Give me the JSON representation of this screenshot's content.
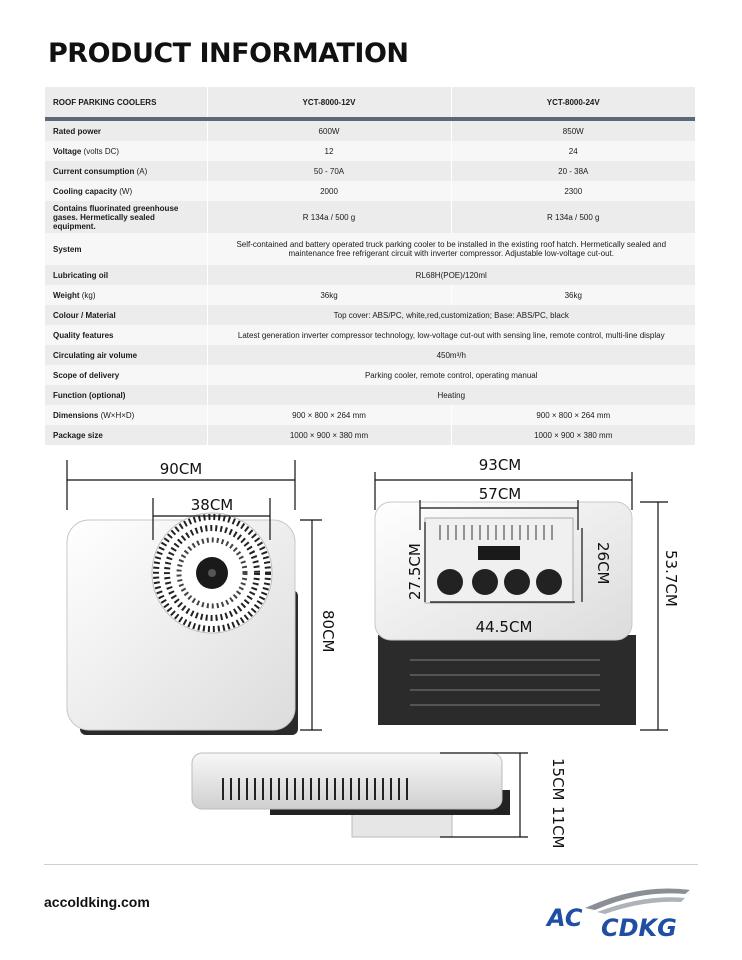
{
  "title": "PRODUCT INFORMATION",
  "table": {
    "header": [
      "ROOF PARKING COOLERS",
      "YCT-8000-12V",
      "YCT-8000-24V"
    ],
    "rows": [
      {
        "label": "Rated power",
        "unit": "",
        "v12": "600W",
        "v24": "850W"
      },
      {
        "label": "Voltage",
        "unit": " (volts DC)",
        "v12": "12",
        "v24": "24"
      },
      {
        "label": "Current consumption",
        "unit": " (A)",
        "v12": "50 - 70A",
        "v24": "20 - 38A"
      },
      {
        "label": "Cooling capacity",
        "unit": " (W)",
        "v12": "2000",
        "v24": "2300"
      },
      {
        "label": "Contains fluorinated greenhouse gases. Hermetically sealed equipment.",
        "unit": "",
        "v12": "R 134a / 500 g",
        "v24": "R 134a / 500 g"
      },
      {
        "label": "System",
        "unit": "",
        "merged": "Self-contained and battery operated truck parking cooler to be installed in the existing roof hatch. Hermetically sealed and maintenance free refrigerant circuit with inverter compressor. Adjustable low-voltage cut-out."
      },
      {
        "label": "Lubricating oil",
        "unit": "",
        "merged": "RL68H(POE)/120ml"
      },
      {
        "label": "Weight",
        "unit": " (kg)",
        "v12": "36kg",
        "v24": "36kg"
      },
      {
        "label": "Colour / Material",
        "unit": "",
        "merged": "Top cover: ABS/PC, white,red,customization; Base: ABS/PC, black"
      },
      {
        "label": "Quality features",
        "unit": "",
        "merged": "Latest generation inverter compressor technology, low-voltage cut-out with sensing line, remote control, multi-line display"
      },
      {
        "label": "Circulating air volume",
        "unit": "",
        "merged": "450m³/h"
      },
      {
        "label": "Scope of delivery",
        "unit": "",
        "merged": "Parking cooler, remote control, operating manual"
      },
      {
        "label": "Function (optional)",
        "unit": "",
        "merged": "Heating"
      },
      {
        "label": "Dimensions",
        "unit": " (W×H×D)",
        "v12": "900 × 800 × 264 mm",
        "v24": "900 × 800 × 264 mm"
      },
      {
        "label": "Package size",
        "unit": "",
        "v12": "1000 × 900 × 380 mm",
        "v24": "1000 × 900 × 380 mm"
      }
    ]
  },
  "dimensions": {
    "top_width": "90CM",
    "fan_width": "38CM",
    "top_depth": "80CM",
    "bottom_width": "93CM",
    "vent_width": "57CM",
    "inner_height": "27.5CM",
    "vent_height": "26CM",
    "bottom_depth": "53.7CM",
    "knob_width": "44.5CM",
    "side_height_total": "15CM",
    "side_height_upper": "11CM"
  },
  "footer": {
    "website": "accoldking.com",
    "logo_left": "AC",
    "logo_right": "CDKG"
  },
  "colors": {
    "separator": "#5a6878",
    "row_dark": "#ececec",
    "row_light": "#f7f7f7",
    "logo_blue": "#1f4fa3"
  }
}
